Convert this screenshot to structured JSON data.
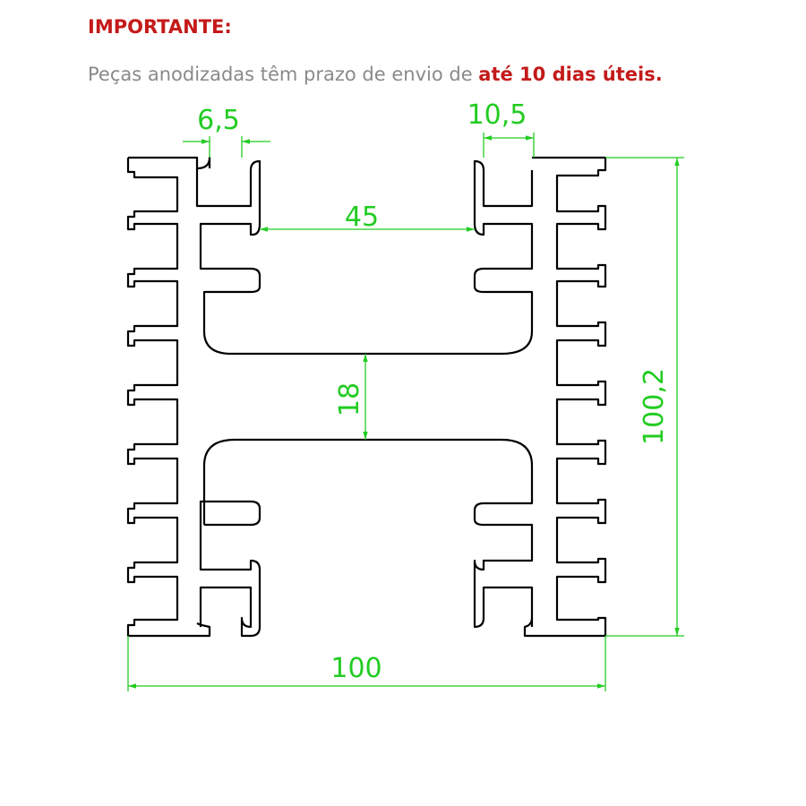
{
  "notice": {
    "title": "IMPORTANTE:",
    "text": "Peças anodizadas têm prazo de envio de ",
    "emphasis": "até 10 dias úteis."
  },
  "dimensions": {
    "top_left_slot": "6,5",
    "top_right_slot": "10,5",
    "channel_width": "45",
    "web_thickness": "18",
    "total_height": "100,2",
    "total_width": "100"
  },
  "colors": {
    "warning": "#c41a1a",
    "notice_text": "#8a8a8a",
    "dimension": "#22cc22",
    "outline": "#000000"
  }
}
